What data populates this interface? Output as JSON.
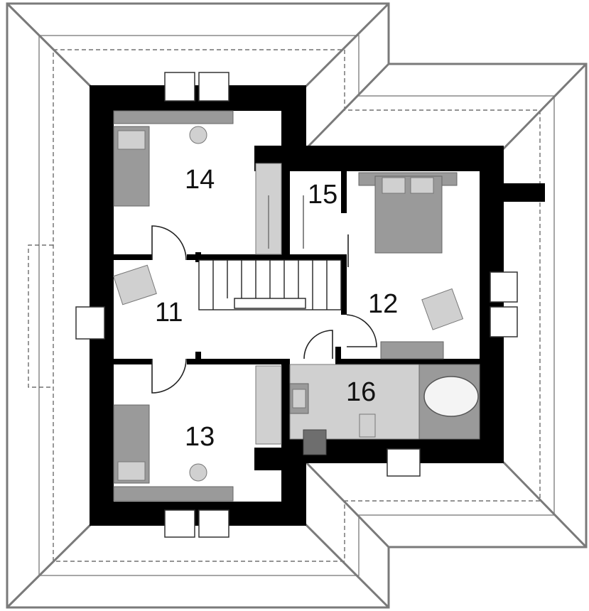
{
  "rooms": [
    {
      "id": "14",
      "label": "14"
    },
    {
      "id": "15",
      "label": "15"
    },
    {
      "id": "12",
      "label": "12"
    },
    {
      "id": "11",
      "label": "11"
    },
    {
      "id": "16",
      "label": "16"
    },
    {
      "id": "13",
      "label": "13"
    }
  ],
  "colors": {
    "wall": "#000000",
    "roof": "#7a7a7a",
    "furniture": "#9a9a9a",
    "background": "#ffffff"
  }
}
